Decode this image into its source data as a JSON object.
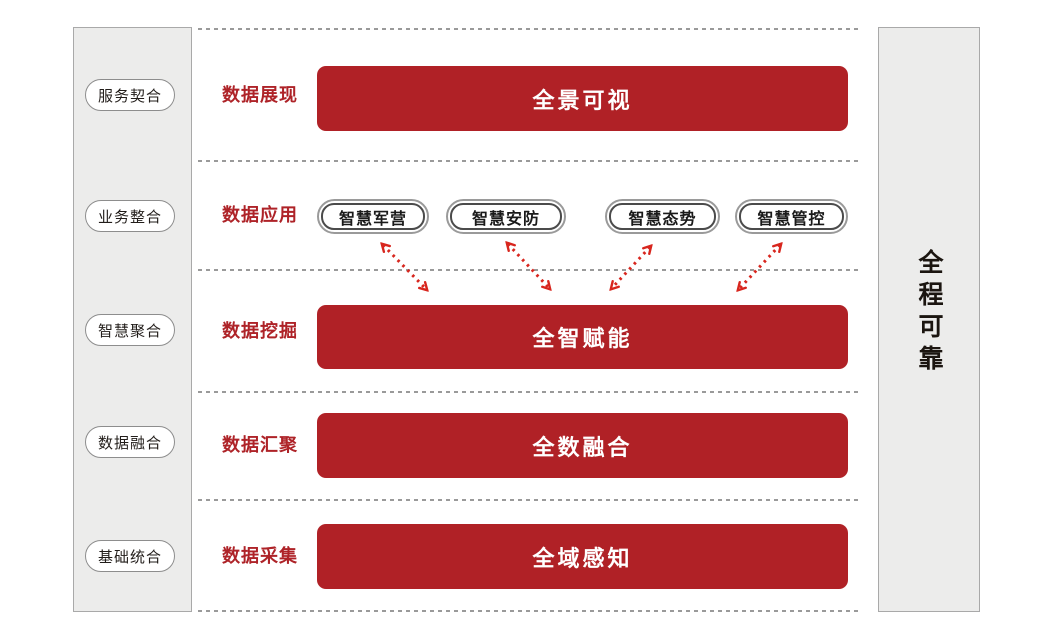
{
  "title": "数据架构层级图",
  "palette": {
    "bar_red": "#b02126",
    "label_red": "#ae2328",
    "arrow_red": "#d8261e",
    "sidebar_bg": "#ececeb",
    "sidebar_border": "#a9a9a9",
    "dotted_line": "#9a9a9a"
  },
  "left_sidebar": {
    "items": [
      {
        "label": "服务契合"
      },
      {
        "label": "业务整合"
      },
      {
        "label": "智慧聚合"
      },
      {
        "label": "数据融合"
      },
      {
        "label": "基础统合"
      }
    ]
  },
  "right_sidebar": {
    "label": "全程可靠"
  },
  "rows": [
    {
      "label": "数据展现",
      "bar": "全景可视"
    },
    {
      "label": "数据应用",
      "pills": [
        "智慧军营",
        "智慧安防",
        "智慧态势",
        "智慧管控"
      ]
    },
    {
      "label": "数据挖掘",
      "bar": "全智赋能"
    },
    {
      "label": "数据汇聚",
      "bar": "全数融合"
    },
    {
      "label": "数据采集",
      "bar": "全域感知"
    }
  ],
  "arrows": {
    "description": "双向虚线箭头",
    "count": 4
  }
}
